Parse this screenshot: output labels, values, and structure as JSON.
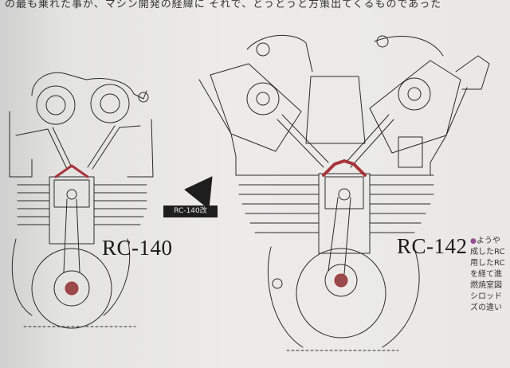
{
  "page": {
    "top_left_text": "の最も乗れた事が、マシン開発の経緯に",
    "top_right_text": "それで、とうとうと方策出てくるものであった"
  },
  "diagram": {
    "left_engine_label": "RC-140",
    "right_engine_label": "RC-142",
    "transition_badge": "RC-140改",
    "highlight_color": "#a8343a",
    "line_color": "#2a2a2a"
  },
  "caption": {
    "bullet": "●",
    "lines": [
      "ようや",
      "成したRC",
      "用したRC",
      "を経て進",
      "燃焼室図",
      "シロッド",
      "ズの違い"
    ]
  }
}
